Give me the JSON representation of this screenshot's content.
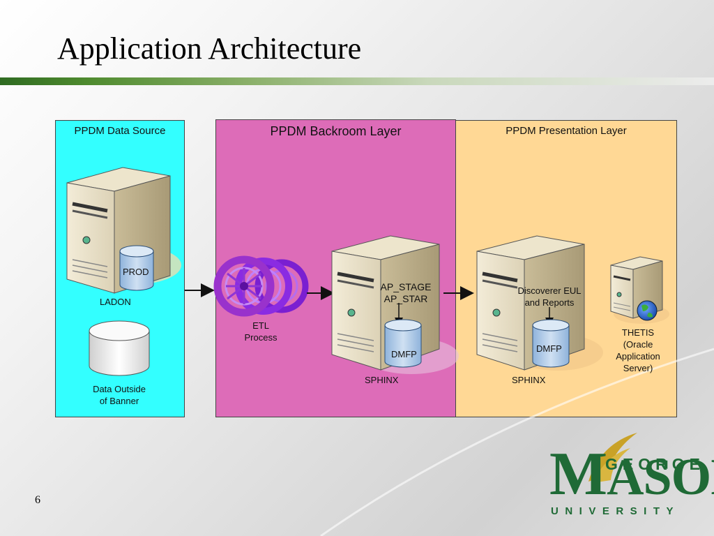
{
  "slide": {
    "title": "Application Architecture",
    "page_number": "6"
  },
  "panels": {
    "source": {
      "title": "PPDM Data Source",
      "color": "#33ffff"
    },
    "backroom": {
      "title": "PPDM Backroom Layer",
      "color": "#dd6cb8"
    },
    "presentation": {
      "title": "PPDM Presentation Layer",
      "color": "#ffd895"
    }
  },
  "nodes": {
    "ladon": {
      "label": "LADON",
      "db_label": "PROD"
    },
    "outside": {
      "label_line1": "Data Outside",
      "label_line2": "of Banner"
    },
    "etl": {
      "label_line1": "ETL",
      "label_line2": "Process"
    },
    "sphinx_backroom": {
      "label": "SPHINX",
      "text_line1": "AP_STAGE",
      "text_line2": "AP_STAR",
      "db_label": "DMFP"
    },
    "sphinx_present": {
      "label": "SPHINX",
      "text_line1": "Discoverer EUL",
      "text_line2": "and Reports",
      "db_label": "DMFP"
    },
    "thetis": {
      "line1": "THETIS",
      "line2": "(Oracle",
      "line3": "Application",
      "line4": "Server)"
    }
  },
  "logo": {
    "line1": "GEORGE",
    "line2_big": "M",
    "line2_rest": "ASON",
    "line3": "UNIVERSITY",
    "color": "#1f6a36",
    "accent": "#c9a227"
  }
}
